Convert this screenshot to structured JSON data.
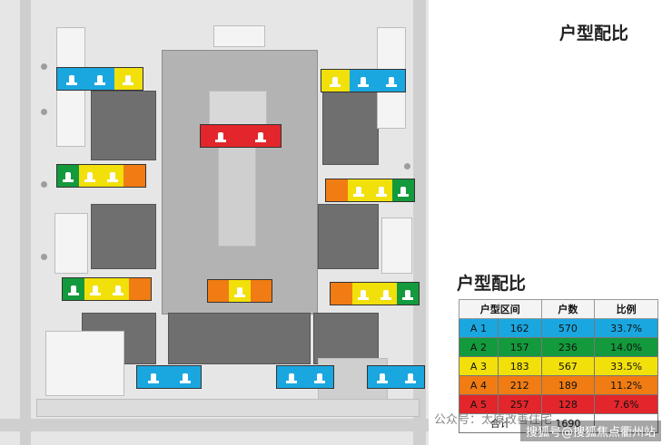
{
  "page": {
    "title_main": "户型配比",
    "title_table": "户型配比"
  },
  "legend_colors": {
    "A1": "#1aa7e0",
    "A2": "#139a3c",
    "A3": "#f2e00a",
    "A4": "#f07c13",
    "A5": "#e2262b"
  },
  "table": {
    "headers": [
      "户型区间",
      "户数",
      "比例"
    ],
    "rows": [
      {
        "type": "A 1",
        "area": "162",
        "count": "570",
        "ratio": "33.7%",
        "color": "#1aa7e0"
      },
      {
        "type": "A 2",
        "area": "157",
        "count": "236",
        "ratio": "14.0%",
        "color": "#139a3c"
      },
      {
        "type": "A 3",
        "area": "183",
        "count": "567",
        "ratio": "33.5%",
        "color": "#f2e00a"
      },
      {
        "type": "A 4",
        "area": "212",
        "count": "189",
        "ratio": "11.2%",
        "color": "#f07c13"
      },
      {
        "type": "A 5",
        "area": "257",
        "count": "128",
        "ratio": "7.6%",
        "color": "#e2262b"
      }
    ],
    "total_label": "合计",
    "total_count": "1690"
  },
  "watermarks": {
    "left": "公众号：太原改善住宅",
    "right": "搜狐号@搜狐焦点衢州站"
  }
}
